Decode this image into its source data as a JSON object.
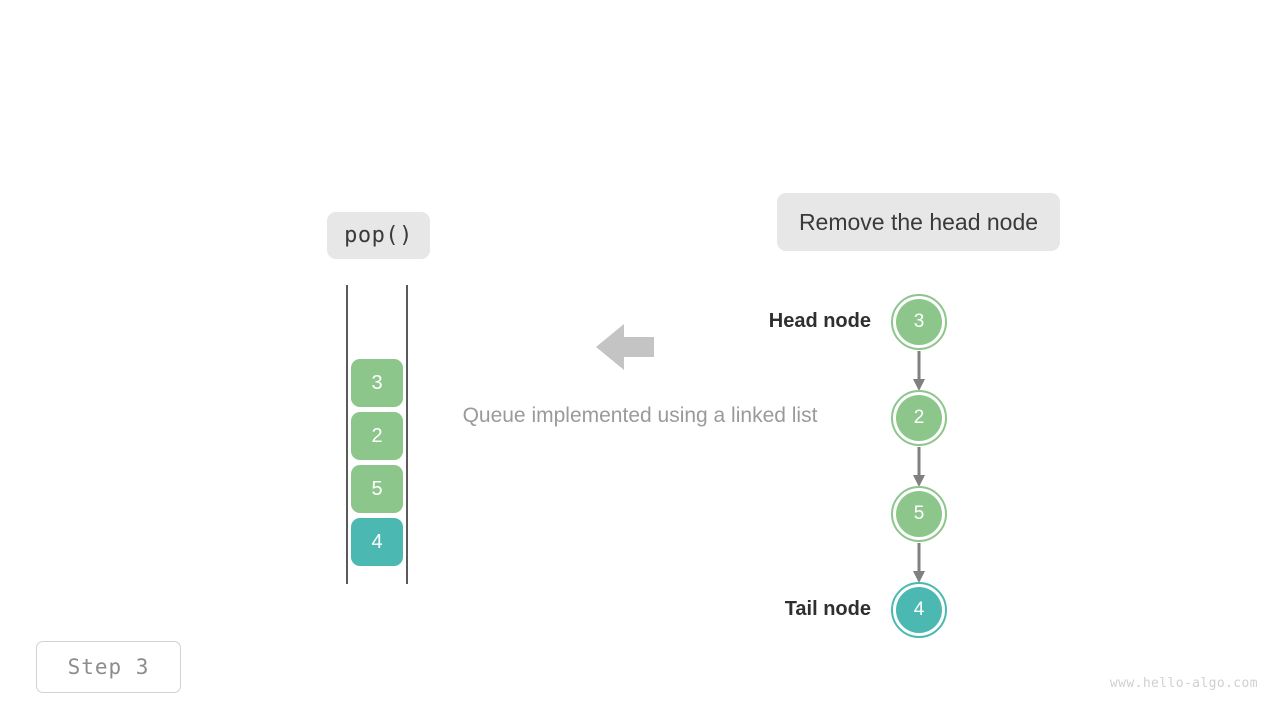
{
  "operation_chip": {
    "label": "pop()"
  },
  "action_chip": {
    "label": "Remove the head node"
  },
  "caption": {
    "text": "Queue implemented using a linked list"
  },
  "queue": {
    "cells": [
      {
        "value": "3",
        "color": "#8cc68b"
      },
      {
        "value": "2",
        "color": "#8cc68b"
      },
      {
        "value": "5",
        "color": "#8cc68b"
      },
      {
        "value": "4",
        "color": "#4bb9b1"
      }
    ]
  },
  "linked_list": {
    "head_label": "Head node",
    "tail_label": "Tail node",
    "nodes": [
      {
        "value": "3",
        "color": "#8cc68b"
      },
      {
        "value": "2",
        "color": "#8cc68b"
      },
      {
        "value": "5",
        "color": "#8cc68b"
      },
      {
        "value": "4",
        "color": "#4bb9b1"
      }
    ]
  },
  "flow_arrow": {
    "direction": "left",
    "color": "#c4c4c4"
  },
  "step_badge": {
    "label": "Step 3"
  },
  "watermark": {
    "text": "www.hello-algo.com"
  },
  "palette": {
    "green": "#8cc68b",
    "teal": "#4bb9b1",
    "chip_bg": "#e7e7e7",
    "connector": "#808080",
    "rail": "#5a5a5a"
  }
}
